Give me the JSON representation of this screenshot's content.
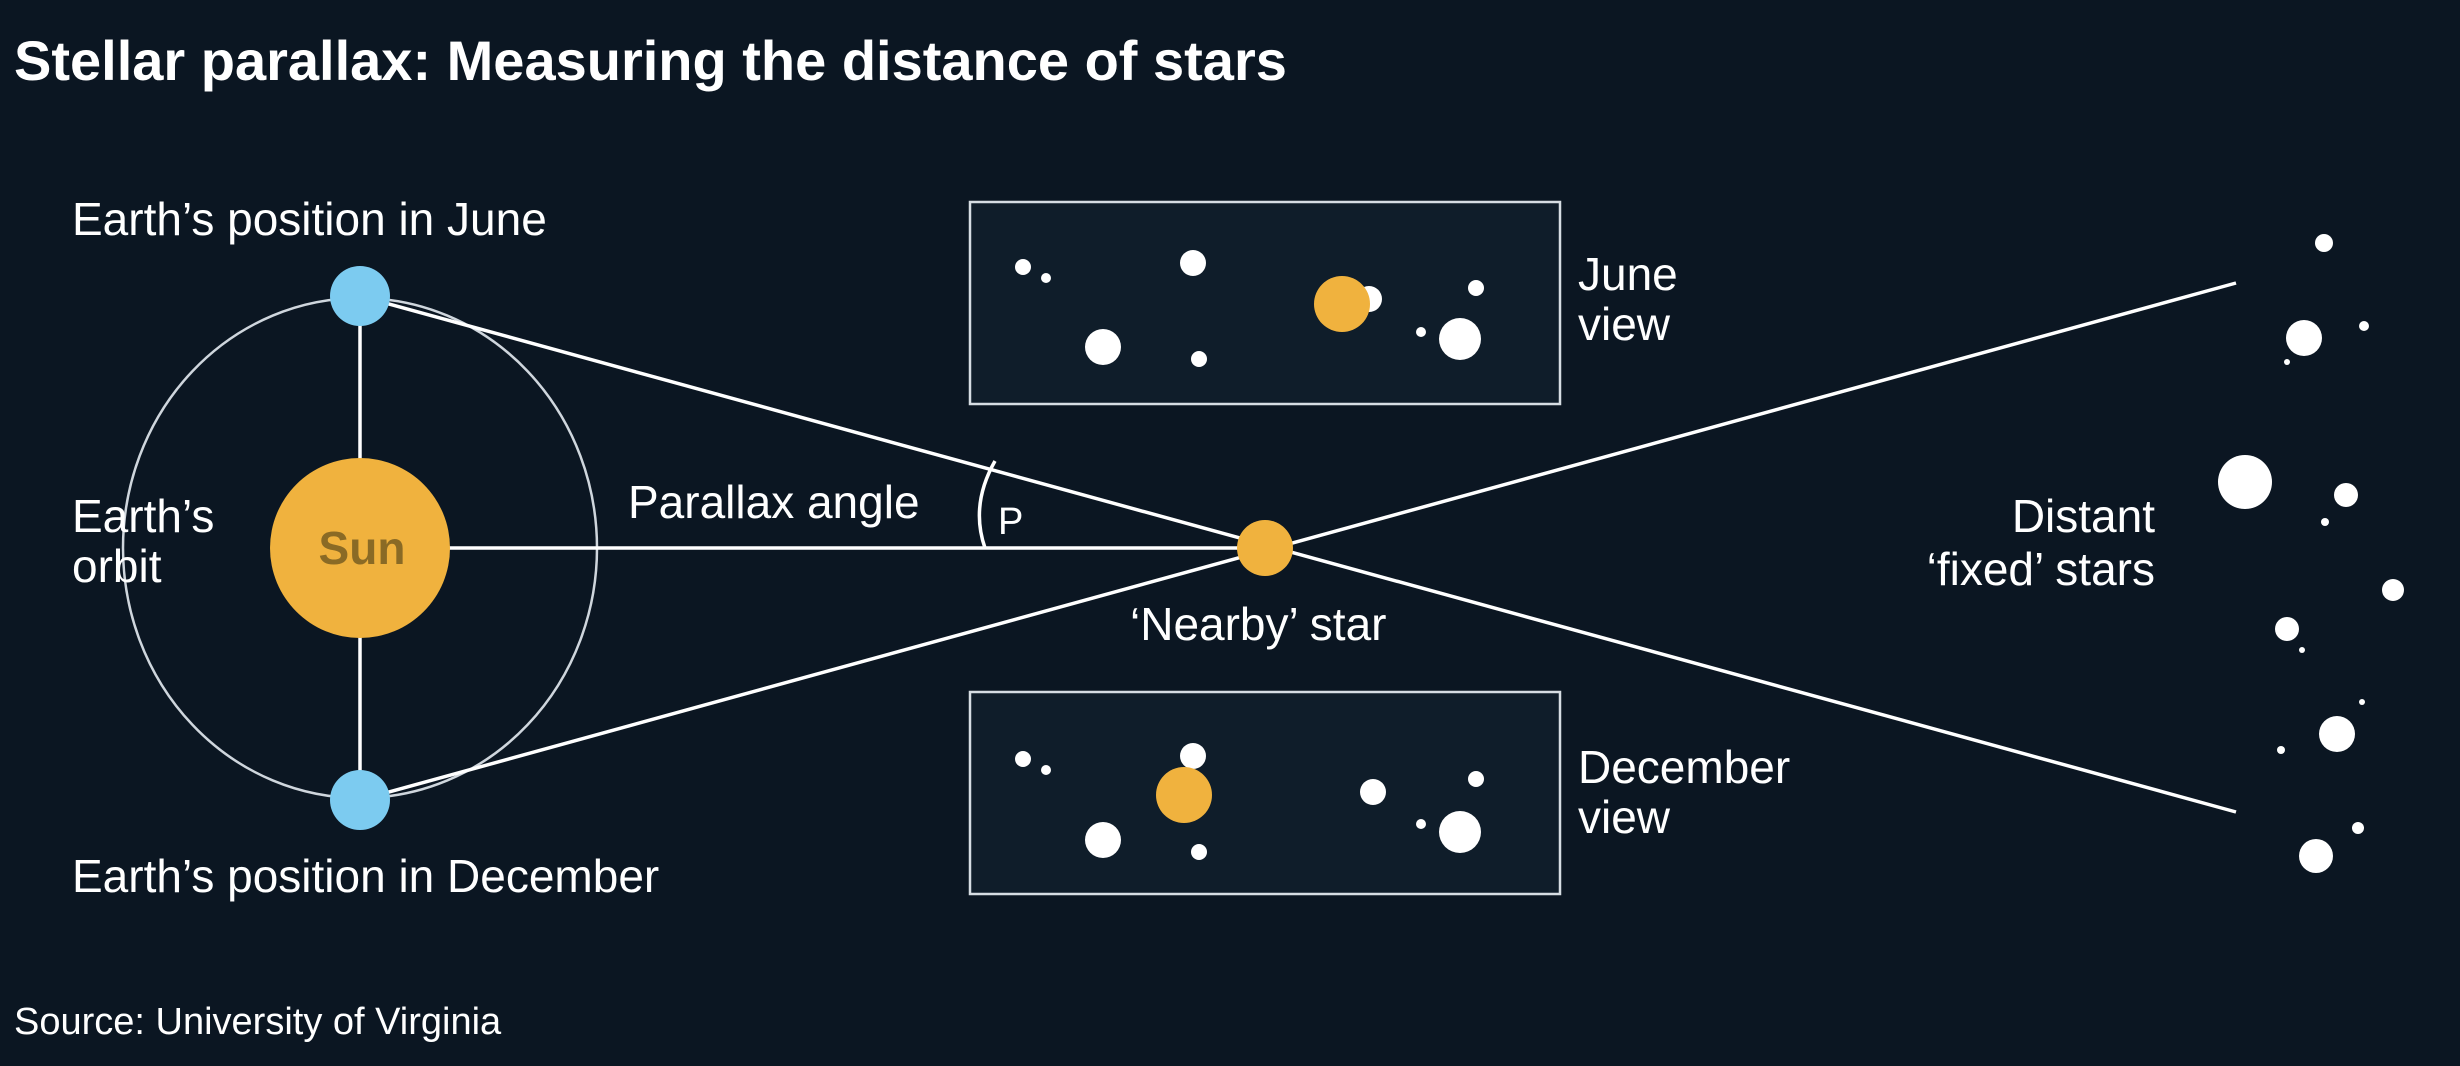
{
  "title": "Stellar parallax: Measuring the distance of stars",
  "labels": {
    "earth_june": "Earth’s position in June",
    "earth_december": "Earth’s position in December",
    "orbit_line1": "Earth’s",
    "orbit_line2": "orbit",
    "sun": "Sun",
    "parallax_angle": "Parallax angle",
    "angle_symbol": "P",
    "nearby_star": "‘Nearby’ star",
    "june_view_line1": "June",
    "june_view_line2": "view",
    "december_view_line1": "December",
    "december_view_line2": "view",
    "distant_line1": "Distant",
    "distant_line2": "‘fixed’ stars"
  },
  "source": "Source: University of Virginia",
  "colors": {
    "background": "#0b1622",
    "sun": "#f0b23e",
    "earth": "#7ccbf0",
    "nearby_star": "#f0b23e",
    "stars": "#ffffff"
  }
}
